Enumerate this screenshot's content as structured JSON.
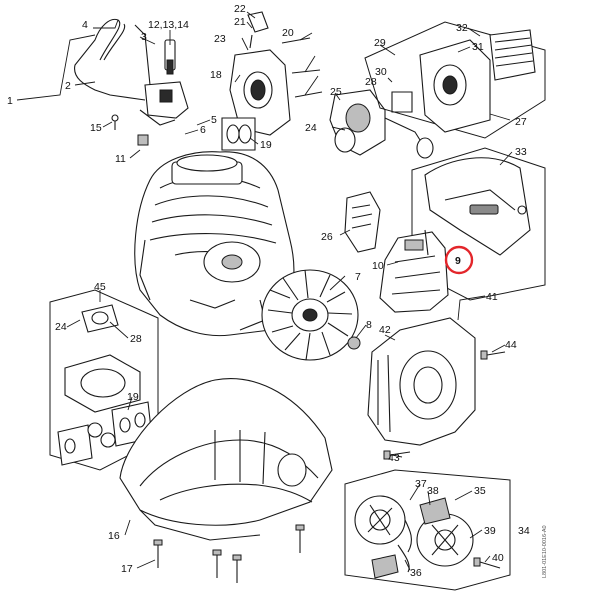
{
  "diagram": {
    "highlight_color": "#e3262b",
    "line_color": "#1a1a1a",
    "highlighted_part": "9",
    "drawing_code": "L801-01E10-0016-A0",
    "callouts": [
      "1",
      "2",
      "3",
      "4",
      "12,13,14",
      "15",
      "11",
      "5",
      "6",
      "22",
      "21",
      "20",
      "23",
      "18",
      "19",
      "29",
      "32",
      "31",
      "30",
      "28",
      "25",
      "24",
      "27",
      "33",
      "26",
      "10",
      "9",
      "7",
      "41",
      "8",
      "42",
      "44",
      "43",
      "45",
      "24",
      "28",
      "19",
      "16",
      "17",
      "37",
      "38",
      "35",
      "36",
      "39",
      "40",
      "34"
    ]
  }
}
